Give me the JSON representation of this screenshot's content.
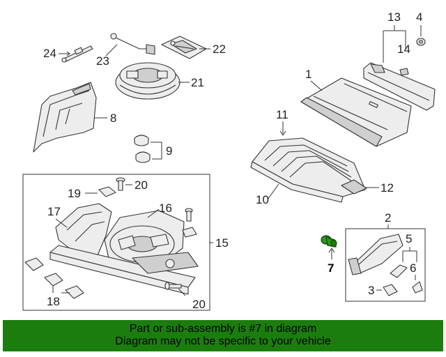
{
  "diagram": {
    "callouts": {
      "c1": "1",
      "c2": "2",
      "c3": "3",
      "c4": "4",
      "c5": "5",
      "c6": "6",
      "c7": "7",
      "c8": "8",
      "c9": "9",
      "c10": "10",
      "c11": "11",
      "c12": "12",
      "c13": "13",
      "c14": "14",
      "c15": "15",
      "c16": "16",
      "c17": "17",
      "c18": "18",
      "c19": "19",
      "c20a": "20",
      "c20b": "20",
      "c21": "21",
      "c22": "22",
      "c23": "23",
      "c24": "24"
    },
    "highlight_part": "7",
    "highlight_color": "#2a9a12"
  },
  "banner": {
    "line1": "Part or sub-assembly is #7 in diagram",
    "line2": "Diagram may not be specific to your vehicle",
    "background": "#1c7d0f"
  }
}
